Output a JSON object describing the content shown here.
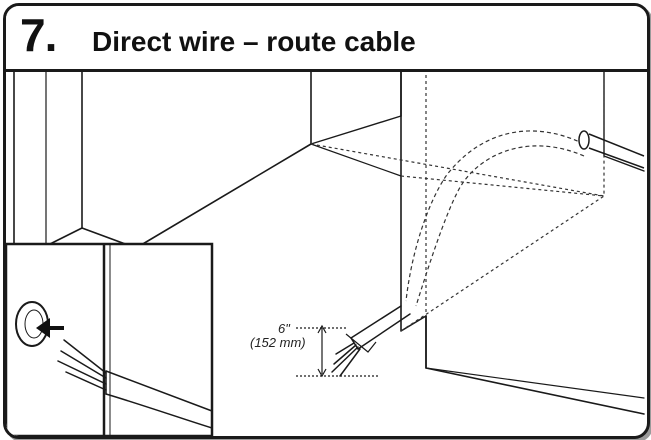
{
  "header": {
    "step_number": "7.",
    "title": "Direct wire – route cable"
  },
  "diagram": {
    "measure_inches": "6\"",
    "measure_mm": "(152 mm)"
  },
  "colors": {
    "line": "#1a1a1a",
    "background": "#ffffff",
    "shadow": "#9a9a9a"
  }
}
